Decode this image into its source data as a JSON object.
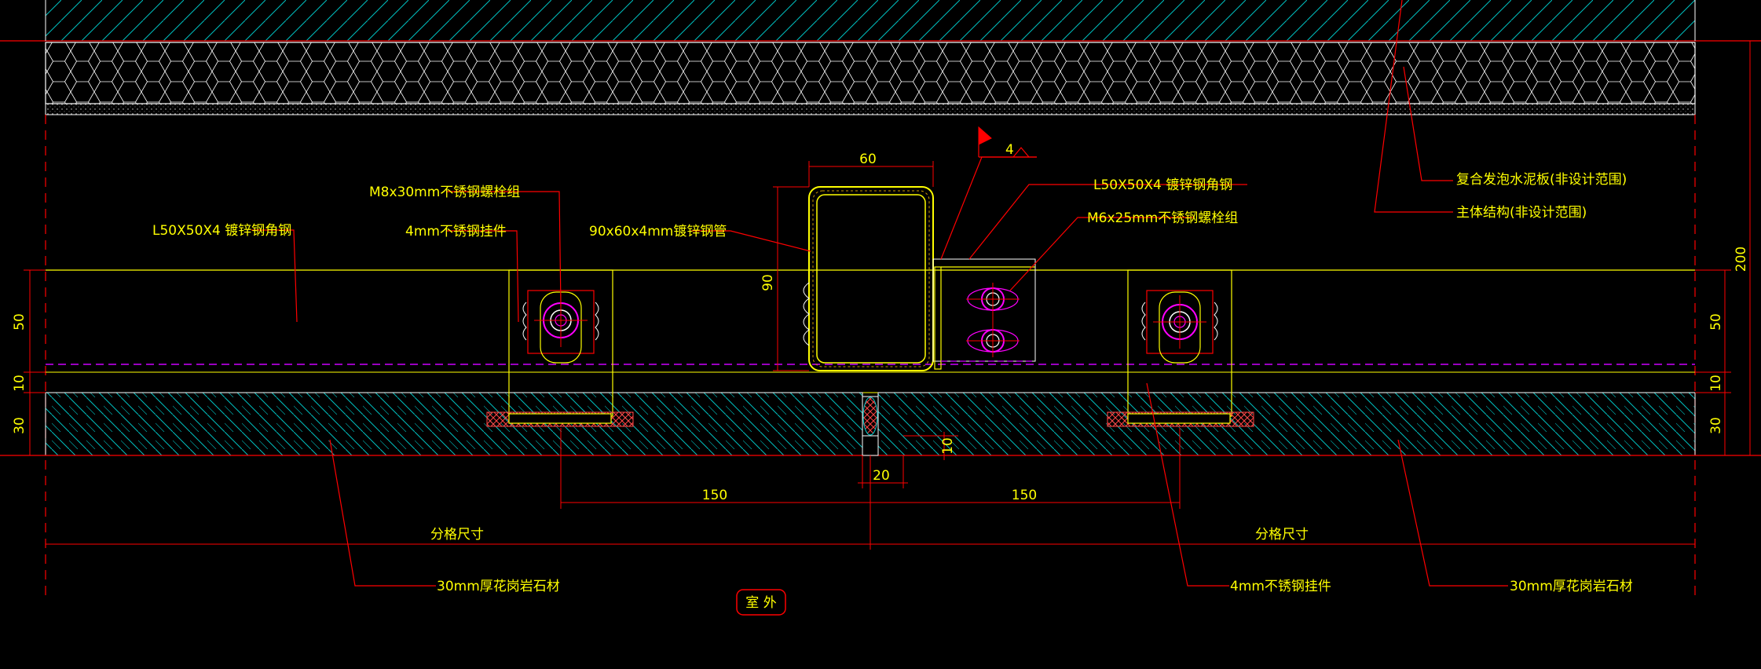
{
  "colors": {
    "background": "#000000",
    "outline": "#ffffff",
    "leader": "#ff0000",
    "label": "#ffff00",
    "hatch": "#00cccc",
    "steel": "#ffff00",
    "bolt": "#ff00ff",
    "centerline": "#cc00ff"
  },
  "labels": {
    "angle_left": "L50X50X4 镀锌钢角钢",
    "bolt_m8": "M8x30mm不锈钢螺栓组",
    "hanger_left": "4mm不锈钢挂件",
    "steel_tube": "90x60x4mm镀锌钢管",
    "angle_right": "L50X50X4 镀锌钢角钢",
    "bolt_m6": "M6x25mm不锈钢螺栓组",
    "insulation_board": "复合发泡水泥板(非设计范围)",
    "main_structure": "主体结构(非设计范围)",
    "granite_left": "30mm厚花岗岩石材",
    "hanger_right": "4mm不锈钢挂件",
    "granite_right": "30mm厚花岗岩石材",
    "outdoor": "室 外"
  },
  "dimensions": {
    "tube_width": "60",
    "tube_height": "90",
    "weld": "4",
    "left_50": "50",
    "left_10": "10",
    "left_30": "30",
    "right_200": "200",
    "right_50": "50",
    "right_10": "10",
    "right_30": "30",
    "joint_20": "20",
    "joint_10": "10",
    "span_left": "150",
    "span_right": "150",
    "grid_left": "分格尺寸",
    "grid_right": "分格尺寸"
  }
}
